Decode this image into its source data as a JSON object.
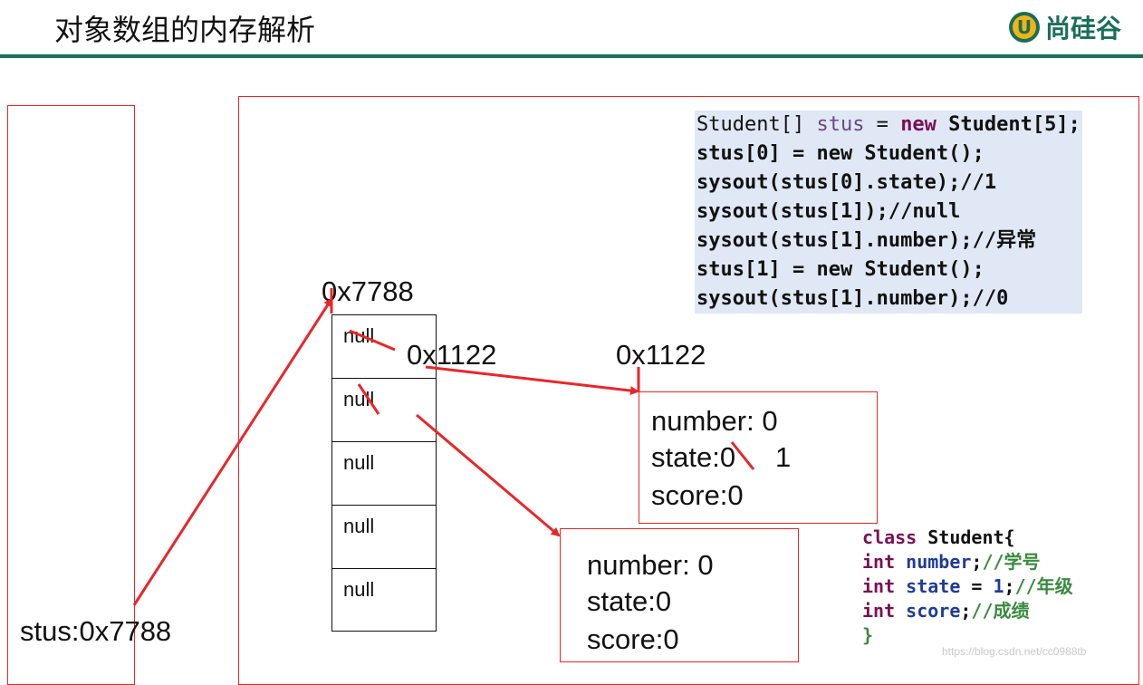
{
  "header": {
    "title": "对象数组的内存解析",
    "logo_text": "尚硅谷",
    "logo_mark": "U",
    "brand_color": "#1a6e57"
  },
  "code": {
    "lines": [
      [
        {
          "t": "Student[] ",
          "c": "plain"
        },
        {
          "t": "stus",
          "c": "var"
        },
        {
          "t": " = ",
          "c": "plain"
        },
        {
          "t": "new",
          "c": "kw"
        },
        {
          "t": " Student[5];",
          "c": "ln"
        }
      ],
      [
        {
          "t": "stus[0] = new Student();",
          "c": "ln"
        }
      ],
      [
        {
          "t": "sysout(stus[0].state);//1",
          "c": "ln"
        }
      ],
      [
        {
          "t": "sysout(stus[1]);//null",
          "c": "ln"
        }
      ],
      [
        {
          "t": "sysout(stus[1].number);//异常",
          "c": "ln"
        }
      ],
      [
        {
          "t": "stus[1] = new Student();",
          "c": "ln"
        }
      ],
      [
        {
          "t": "sysout(stus[1].number);//0",
          "c": "ln"
        }
      ]
    ]
  },
  "stack": {
    "label": "stus:0x7788"
  },
  "heap": {
    "array_address": "0x7788",
    "cells": [
      "null",
      "null",
      "null",
      "null",
      "null"
    ],
    "cell0_new_address": "0x1122",
    "object1": {
      "address": "0x1122",
      "number": "number: 0",
      "state_old": "state:0",
      "state_new": "1",
      "score": "score:0"
    },
    "object2": {
      "number": "number: 0",
      "state": "state:0",
      "score": "score:0"
    }
  },
  "class_def": {
    "lines": [
      [
        {
          "t": "class",
          "c": "kw"
        },
        {
          "t": " Student{",
          "c": "nm"
        }
      ],
      [
        {
          "t": "int",
          "c": "kw"
        },
        {
          "t": " number",
          "c": "fld"
        },
        {
          "t": ";",
          "c": "nm"
        },
        {
          "t": "//学号",
          "c": "cm"
        }
      ],
      [
        {
          "t": "int",
          "c": "kw"
        },
        {
          "t": " state",
          "c": "fld"
        },
        {
          "t": " = ",
          "c": "nm"
        },
        {
          "t": "1",
          "c": "fld"
        },
        {
          "t": ";",
          "c": "nm"
        },
        {
          "t": "//年级",
          "c": "cm"
        }
      ],
      [
        {
          "t": "int",
          "c": "kw"
        },
        {
          "t": " score",
          "c": "fld"
        },
        {
          "t": ";",
          "c": "nm"
        },
        {
          "t": "//成绩",
          "c": "cm"
        }
      ],
      [
        {
          "t": "}",
          "c": "cm"
        }
      ]
    ]
  },
  "watermark": "https://blog.csdn.net/cc0988tb",
  "colors": {
    "arrow": "#e8262a",
    "frame": "#e8262a",
    "code_bg": "#dfe8f4"
  }
}
